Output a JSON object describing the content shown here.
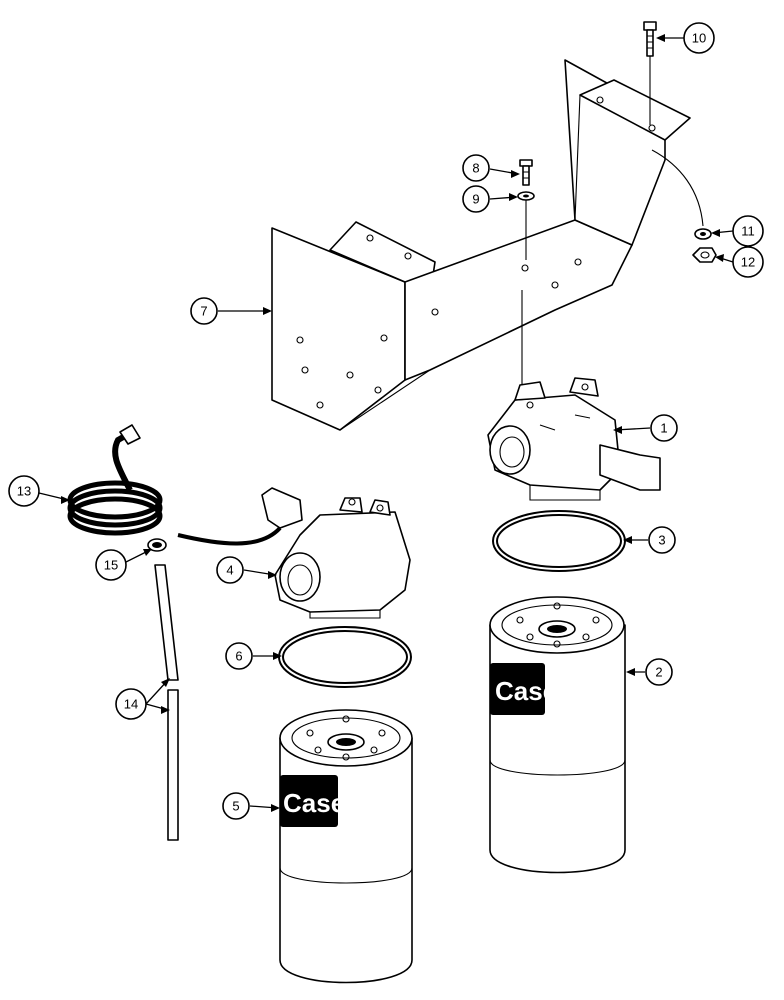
{
  "diagram": {
    "callouts": [
      {
        "id": "c1",
        "label": "1"
      },
      {
        "id": "c2",
        "label": "2"
      },
      {
        "id": "c3",
        "label": "3"
      },
      {
        "id": "c4",
        "label": "4"
      },
      {
        "id": "c5",
        "label": "5"
      },
      {
        "id": "c6",
        "label": "6"
      },
      {
        "id": "c7",
        "label": "7"
      },
      {
        "id": "c8",
        "label": "8"
      },
      {
        "id": "c9",
        "label": "9"
      },
      {
        "id": "c10",
        "label": "10"
      },
      {
        "id": "c11",
        "label": "11"
      },
      {
        "id": "c12",
        "label": "12"
      },
      {
        "id": "c13",
        "label": "13"
      },
      {
        "id": "c14",
        "label": "14"
      },
      {
        "id": "c15",
        "label": "15"
      }
    ],
    "brand_logo_text": "Case"
  }
}
